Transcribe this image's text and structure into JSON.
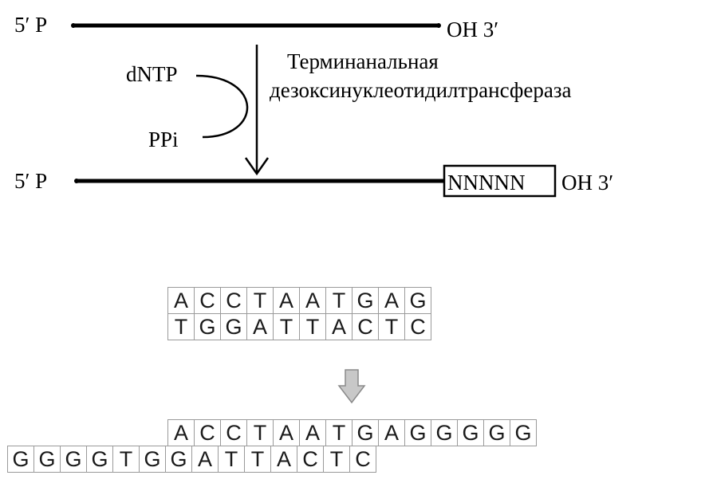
{
  "top_strand": {
    "left_label": "5′ P",
    "right_label": "OH 3′"
  },
  "enzyme": {
    "line1": "Терминанальная",
    "line2": "дезоксинуклеотидилтрансфераза"
  },
  "substrate": "dNTP",
  "byproduct": "PPi",
  "bottom_strand": {
    "left_label": "5′ P",
    "tail": "NNNNN",
    "right_label": "OH 3′"
  },
  "before": {
    "top": [
      "A",
      "C",
      "C",
      "T",
      "A",
      "A",
      "T",
      "G",
      "A",
      "G"
    ],
    "bottom": [
      "T",
      "G",
      "G",
      "A",
      "T",
      "T",
      "A",
      "C",
      "T",
      "C"
    ]
  },
  "after": {
    "top": [
      "A",
      "C",
      "C",
      "T",
      "A",
      "A",
      "T",
      "G",
      "A",
      "G",
      "G",
      "G",
      "G",
      "G"
    ],
    "bottom": [
      "G",
      "G",
      "G",
      "G",
      "T",
      "G",
      "G",
      "A",
      "T",
      "T",
      "A",
      "C",
      "T",
      "C"
    ]
  },
  "colors": {
    "grid_border": "#9a9a9a",
    "arrow_fill": "#c8c8c8",
    "arrow_stroke": "#8a8a8a"
  }
}
